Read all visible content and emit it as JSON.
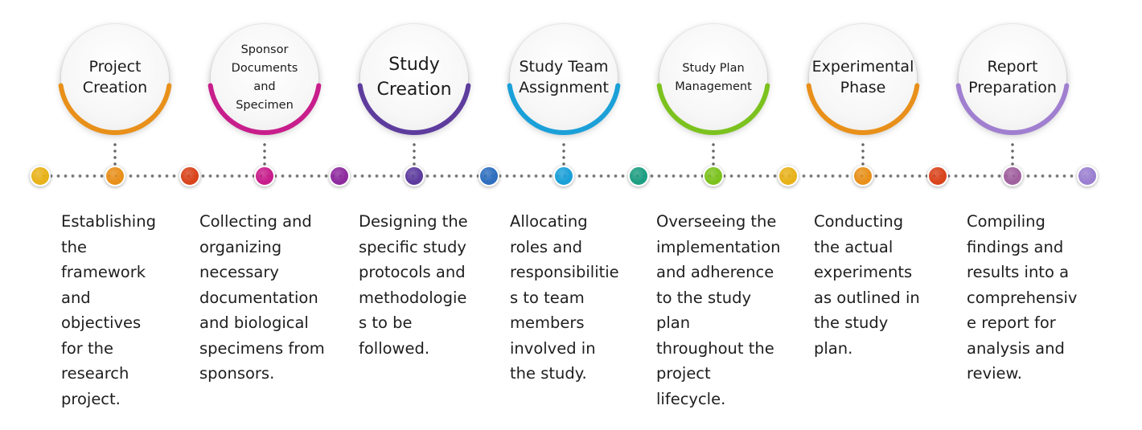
{
  "steps": [
    {
      "title": "Project\nCreation",
      "title_size": "normal",
      "color": "#e8901a",
      "description": "Establishing\nthe\nframework\nand\nobjectives\nfor the\nresearch\nproject."
    },
    {
      "title": "Sponsor\nDocuments\nand\nSpecimen",
      "title_size": "small",
      "color": "#c81e8c",
      "description": " Collecting and\norganizing\nnecessary\ndocumentation\nand biological\nspecimens from\nsponsors."
    },
    {
      "title": "Study\nCreation",
      "title_size": "large",
      "color": "#5e3c9e",
      "description": "Designing the\nspecific study\nprotocols and\nmethodologie\ns to be\nfollowed."
    },
    {
      "title": "Study Team\nAssignment",
      "title_size": "normal",
      "color": "#1ba0d8",
      "description": "Allocating\nroles and\nresponsibilitie\ns to team\nmembers\ninvolved in\nthe study."
    },
    {
      "title": "Study Plan\nManagement",
      "title_size": "small",
      "color": "#7cc21f",
      "description": "Overseeing the\nimplementation\nand adherence\nto the study plan\nthroughout the\nproject lifecycle."
    },
    {
      "title": "Experimental\nPhase",
      "title_size": "normal",
      "color": "#e8901a",
      "description": "Conducting\nthe actual\nexperiments\nas outlined in\nthe study\nplan."
    },
    {
      "title": "Report\nPreparation",
      "title_size": "normal",
      "color": "#a07fd0",
      "description": "Compiling\nfindings and\nresults into a\ncomprehensiv\ne report for\nanalysis and\nreview."
    }
  ],
  "timeline_nodes": [
    {
      "color": "#e8b21a"
    },
    {
      "color": "#e8901a"
    },
    {
      "color": "#d9441c"
    },
    {
      "color": "#c81e8c"
    },
    {
      "color": "#8e2a9e"
    },
    {
      "color": "#5e3c9e"
    },
    {
      "color": "#2f6fbf"
    },
    {
      "color": "#1ba0d8"
    },
    {
      "color": "#1e9e82"
    },
    {
      "color": "#7cc21f"
    },
    {
      "color": "#e8b21a"
    },
    {
      "color": "#e8901a"
    },
    {
      "color": "#d9441c"
    },
    {
      "color": "#a0609e"
    },
    {
      "color": "#9a7fd0"
    }
  ]
}
